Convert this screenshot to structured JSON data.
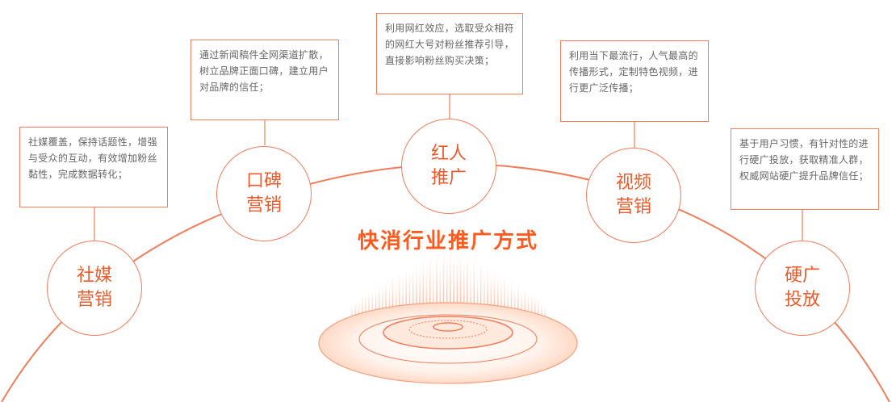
{
  "title": "快消行业推广方式",
  "colors": {
    "accent": "#f07d5b",
    "title": "#ff5a1e",
    "node_text": "#ee5a2a",
    "desc_text": "#666666"
  },
  "nodes": [
    {
      "id": "social",
      "line1": "社媒",
      "line2": "营销",
      "desc": "社媒覆盖，保持话题性，增强与受众的互动，有效增加粉丝黏性，完成数据转化；"
    },
    {
      "id": "wom",
      "line1": "口碑",
      "line2": "营销",
      "desc": "通过新闻稿件全网渠道扩散，树立品牌正面口碑，建立用户对品牌的信任；"
    },
    {
      "id": "kol",
      "line1": "红人",
      "line2": "推广",
      "desc": "利用网红效应，选取受众相符的网红大号对粉丝推荐引导，直接影响粉丝购买决策；"
    },
    {
      "id": "video",
      "line1": "视频",
      "line2": "营销",
      "desc": "利用当下最流行，人气最高的传播形式，定制特色视频，进行更广泛传播；"
    },
    {
      "id": "hardad",
      "line1": "硬广",
      "line2": "投放",
      "desc": "基于用户习惯，有针对性的进行硬广投放，获取精准人群，权威网站硬广提升品牌信任；"
    }
  ]
}
